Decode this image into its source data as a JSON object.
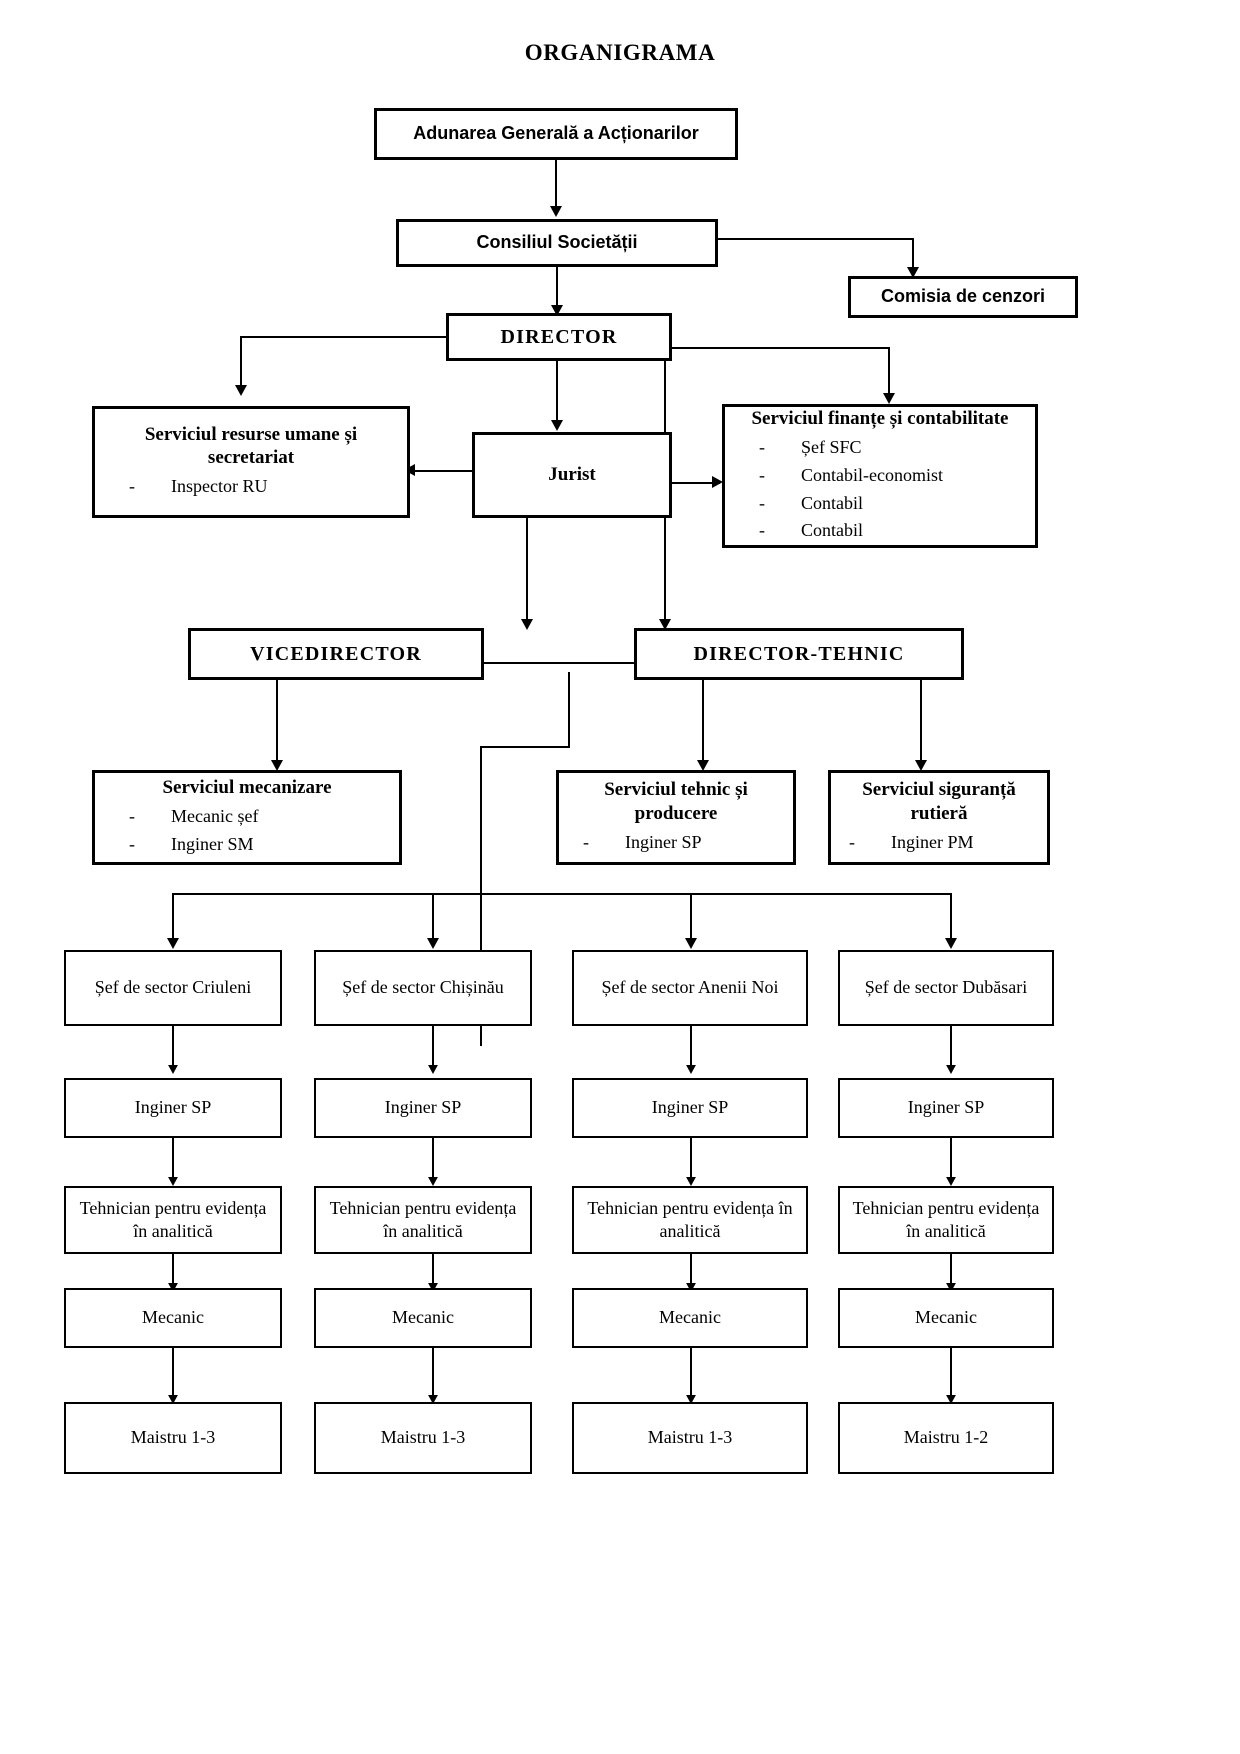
{
  "title": "ORGANIGRAMA",
  "nodes": {
    "aga": "Adunarea Generală a Acționarilor",
    "consiliu": "Consiliul Societății",
    "cenzori": "Comisia de cenzori",
    "director": "DIRECTOR",
    "jurist": "Jurist",
    "resurse_umane": {
      "title": "Serviciul resurse umane și secretariat",
      "items": [
        "Inspector RU"
      ]
    },
    "finante": {
      "title": "Serviciul finanțe și contabilitate",
      "items": [
        "Șef SFC",
        "Contabil-economist",
        "Contabil",
        "Contabil"
      ]
    },
    "vicedirector": "VICEDIRECTOR",
    "director_tehnic": "DIRECTOR-TEHNIC",
    "mecanizare": {
      "title": "Serviciul mecanizare",
      "items": [
        "Mecanic șef",
        "Inginer SM"
      ]
    },
    "tehnic_producere": {
      "title": "Serviciul tehnic și producere",
      "items": [
        "Inginer SP"
      ]
    },
    "siguranta": {
      "title": "Serviciul siguranță rutieră",
      "items": [
        "Inginer PM"
      ]
    }
  },
  "sectors": [
    {
      "head": "Șef de sector Criuleni",
      "chain": [
        "Inginer SP",
        "Tehnician pentru evidența în analitică",
        "Mecanic",
        "Maistru 1-3"
      ]
    },
    {
      "head": "Șef de sector Chișinău",
      "chain": [
        "Inginer SP",
        "Tehnician pentru evidența în analitică",
        "Mecanic",
        "Maistru 1-3"
      ]
    },
    {
      "head": "Șef de sector Anenii Noi",
      "chain": [
        "Inginer SP",
        "Tehnician pentru evidența în analitică",
        "Mecanic",
        "Maistru 1-3"
      ]
    },
    {
      "head": "Șef de sector Dubăsari",
      "chain": [
        "Inginer SP",
        "Tehnician pentru evidența în analitică",
        "Mecanic",
        "Maistru 1-2"
      ]
    }
  ],
  "bullet": "-",
  "colors": {
    "line": "#000000",
    "background": "#ffffff"
  }
}
